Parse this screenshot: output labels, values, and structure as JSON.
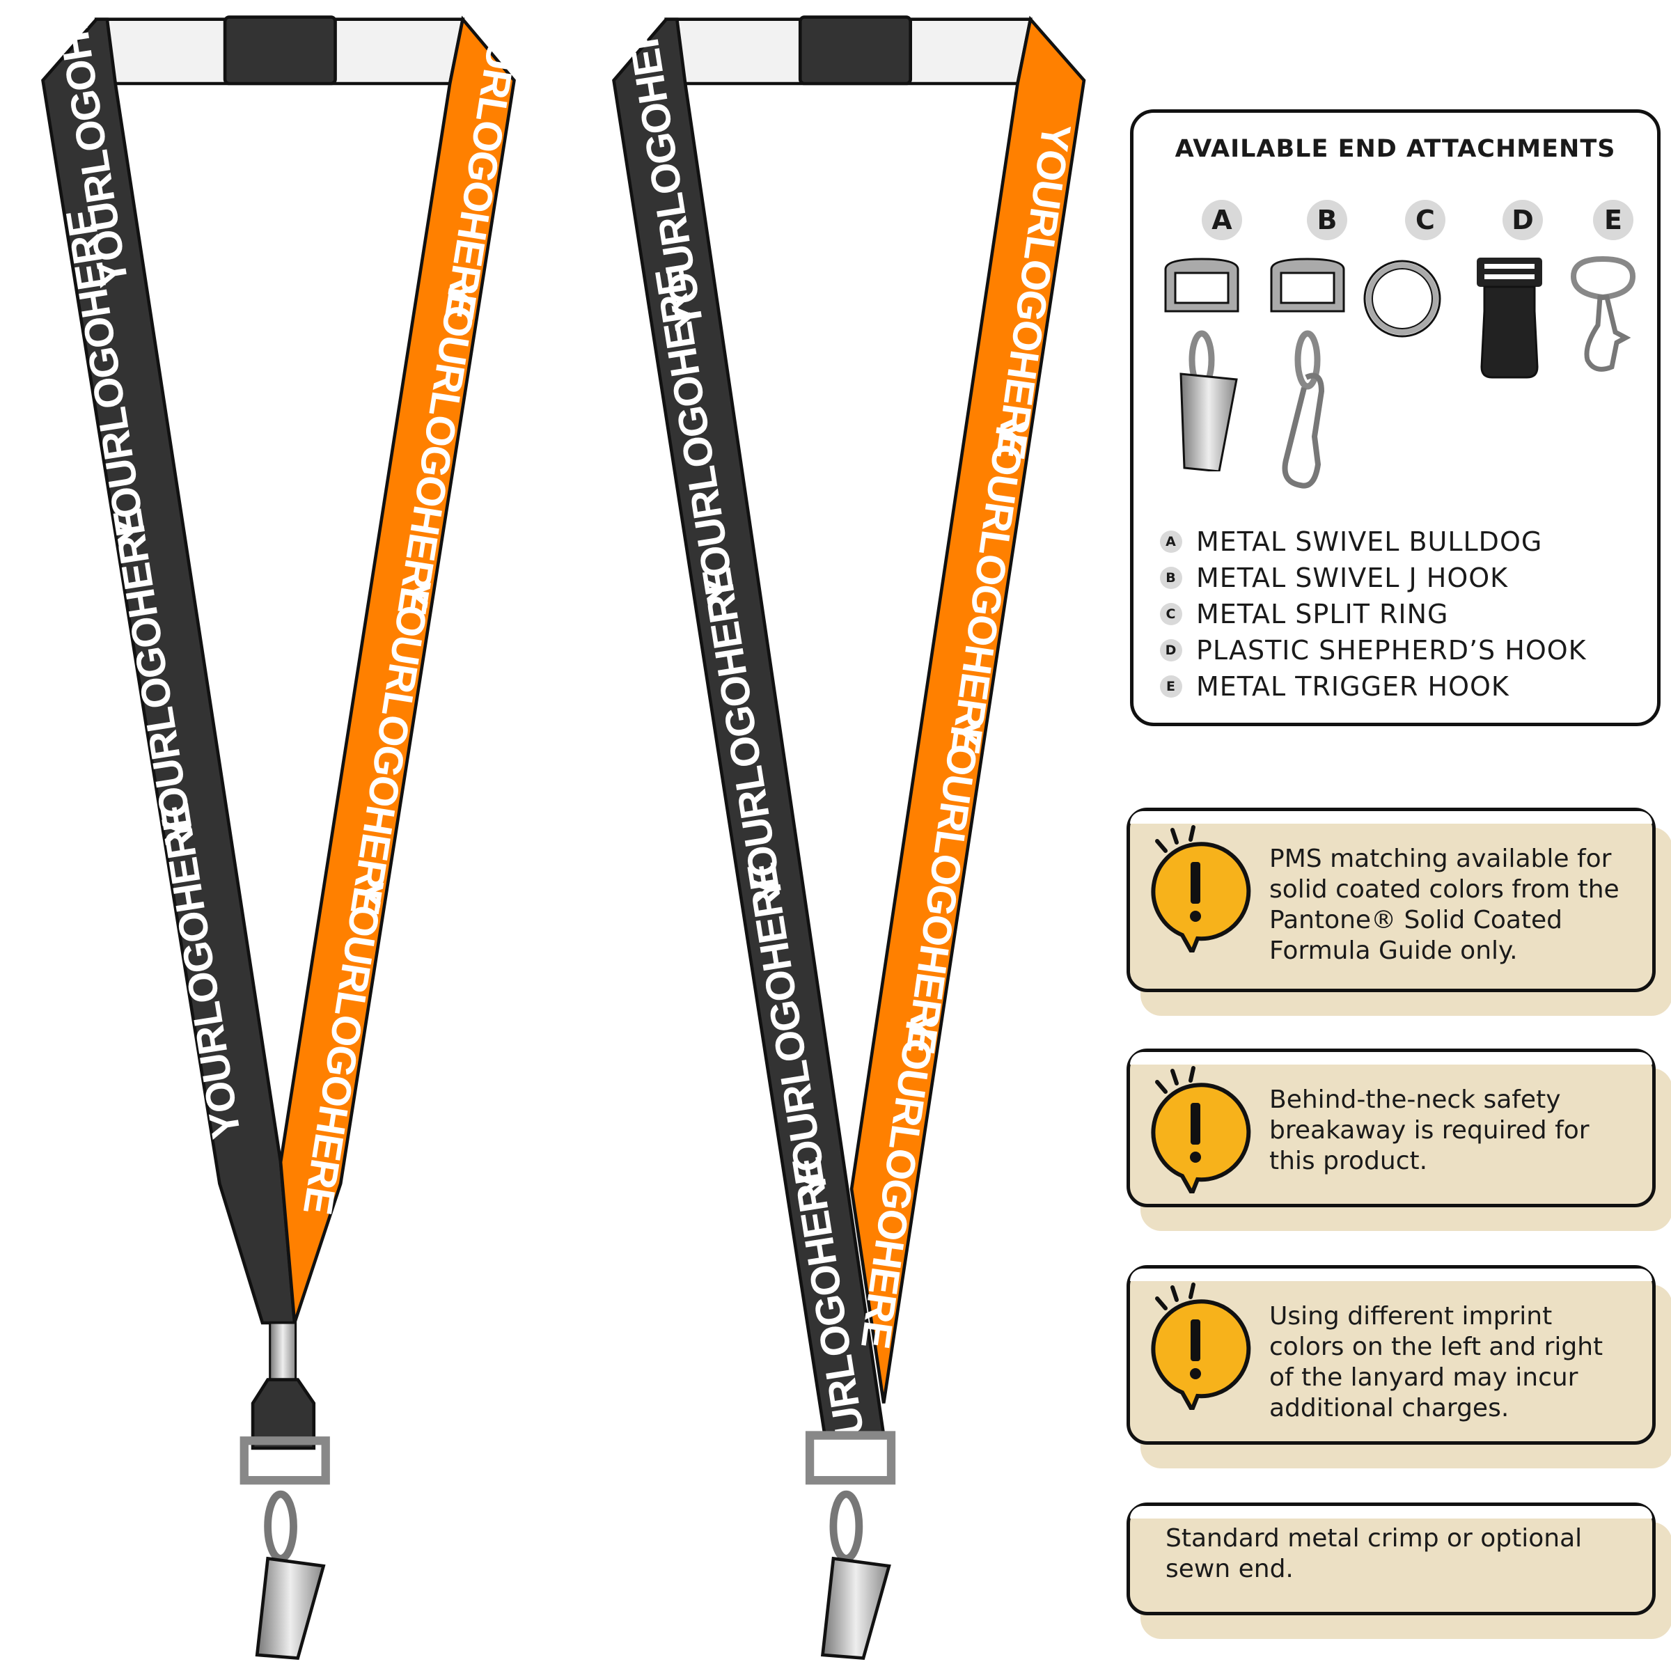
{
  "lanyard": {
    "imprint_text": "YOURLOGOHERE",
    "colors": {
      "left_strap": "#333333",
      "right_strap": "#ff8000",
      "imprint": "#ffffff"
    }
  },
  "attachments_panel": {
    "title": "AVAILABLE END ATTACHMENTS",
    "items": [
      {
        "letter": "A",
        "label": "METAL SWIVEL BULLDOG",
        "icon": "swivel-bulldog-clip-icon"
      },
      {
        "letter": "B",
        "label": "METAL SWIVEL J HOOK",
        "icon": "swivel-j-hook-icon"
      },
      {
        "letter": "C",
        "label": "METAL SPLIT RING",
        "icon": "split-ring-icon"
      },
      {
        "letter": "D",
        "label": "PLASTIC SHEPHERD’S HOOK",
        "icon": "shepherd-hook-icon"
      },
      {
        "letter": "E",
        "label": "METAL TRIGGER HOOK",
        "icon": "trigger-hook-icon"
      }
    ]
  },
  "notes": [
    {
      "text": "PMS matching available for solid coated colors from the Pantone® Solid Coated Formula Guide only.",
      "icon": "warning-icon"
    },
    {
      "text": "Behind-the-neck safety breakaway is required for this product.",
      "icon": "warning-icon"
    },
    {
      "text": "Using different imprint colors on the left and right of the lanyard may incur additional charges.",
      "icon": "warning-icon"
    },
    {
      "text": "Standard metal crimp or optional sewn end."
    }
  ],
  "colors": {
    "note_bg": "#ece0c4",
    "warning": "#f7b21b",
    "badge": "#d9d9d9"
  }
}
